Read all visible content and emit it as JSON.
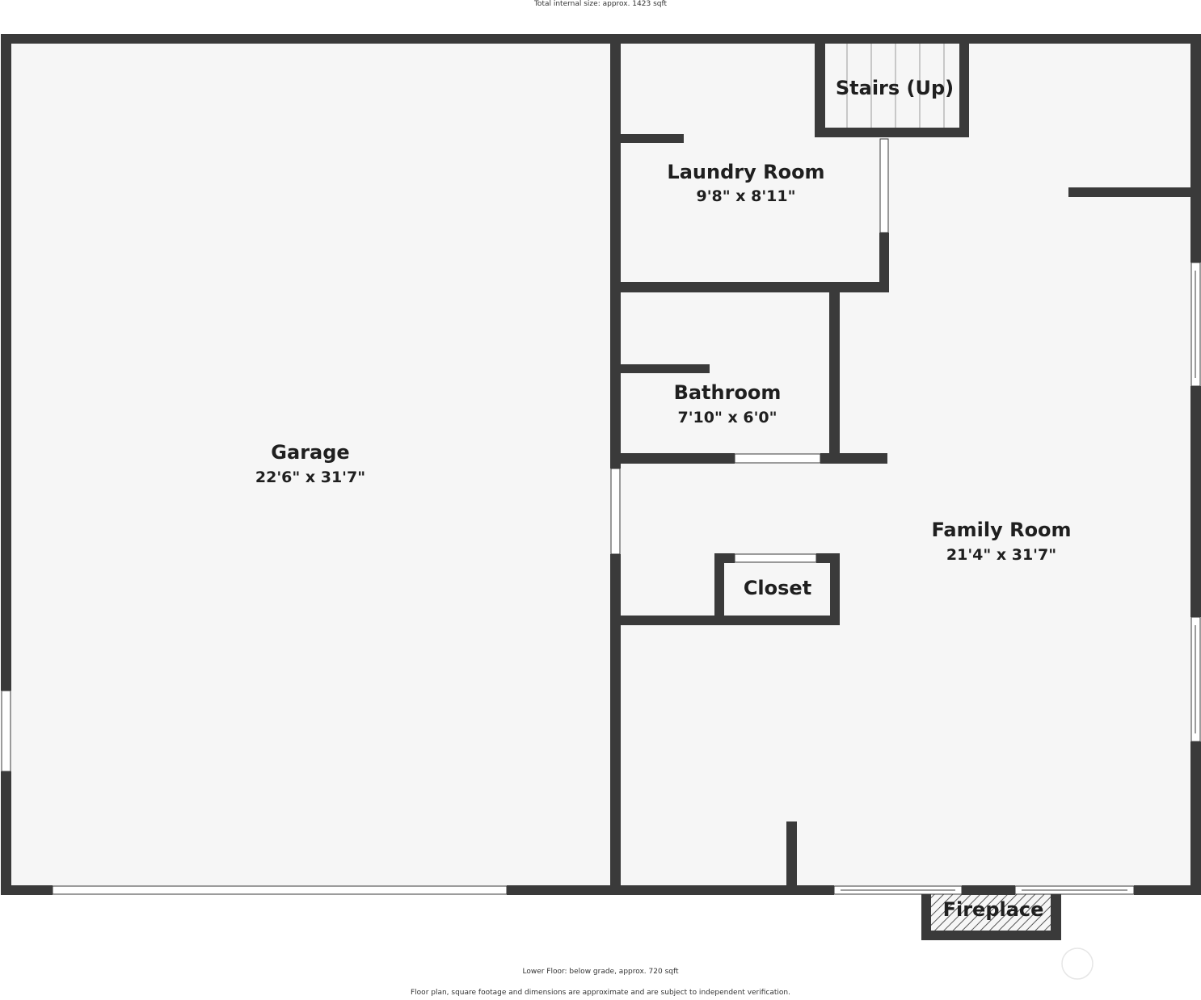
{
  "header": {
    "total_size": "Total internal size: approx. 1423 sqft"
  },
  "rooms": {
    "garage": {
      "name": "Garage",
      "dims": "22'6\" x 31'7\""
    },
    "laundry": {
      "name": "Laundry Room",
      "dims": "9'8\" x 8'11\""
    },
    "bathroom": {
      "name": "Bathroom",
      "dims": "7'10\" x 6'0\""
    },
    "family": {
      "name": "Family Room",
      "dims": "21'4\" x 31'7\""
    },
    "closet": {
      "name": "Closet"
    },
    "stairs": {
      "name": "Stairs (Up)"
    },
    "fireplace": {
      "name": "Fireplace"
    }
  },
  "footer": {
    "floor_label": "Lower Floor: below grade, approx. 720 sqft",
    "disclaimer": "Floor plan, square footage and dimensions are approximate and are subject to independent verification."
  },
  "colors": {
    "wall": "#3a3a3a",
    "floor": "#f6f6f6",
    "opening": "#ffffff"
  }
}
